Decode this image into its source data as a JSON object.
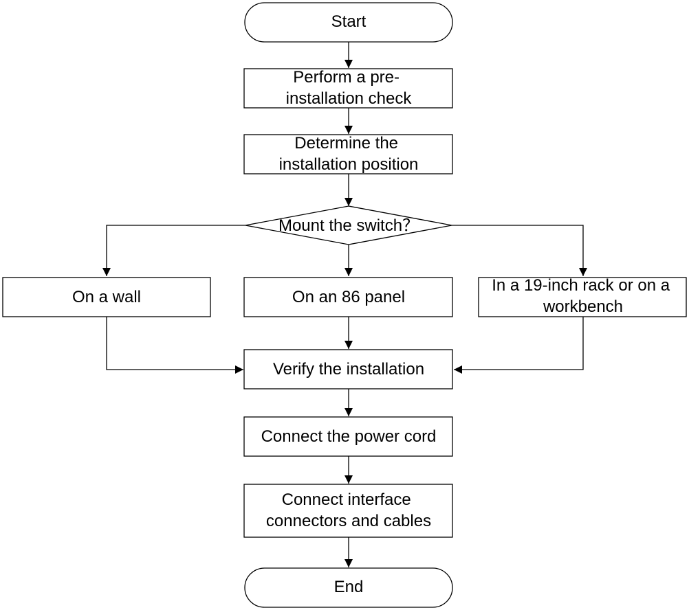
{
  "diagram": {
    "nodes": {
      "start": "Start",
      "precheck": [
        "Perform a pre-",
        "installation check"
      ],
      "position": [
        "Determine the",
        "installation position"
      ],
      "decision": "Mount the switch？",
      "wall": "On a wall",
      "panel86": "On an 86 panel",
      "rack": [
        "In a 19-inch rack or on a",
        "workbench"
      ],
      "verify": "Verify the installation",
      "power": "Connect the power cord",
      "interface": [
        "Connect interface",
        "connectors and cables"
      ],
      "end": "End"
    },
    "edges": [
      [
        "start",
        "precheck"
      ],
      [
        "precheck",
        "position"
      ],
      [
        "position",
        "decision"
      ],
      [
        "decision",
        "wall"
      ],
      [
        "decision",
        "panel86"
      ],
      [
        "decision",
        "rack"
      ],
      [
        "wall",
        "verify"
      ],
      [
        "panel86",
        "verify"
      ],
      [
        "rack",
        "verify"
      ],
      [
        "verify",
        "power"
      ],
      [
        "power",
        "interface"
      ],
      [
        "interface",
        "end"
      ]
    ]
  }
}
